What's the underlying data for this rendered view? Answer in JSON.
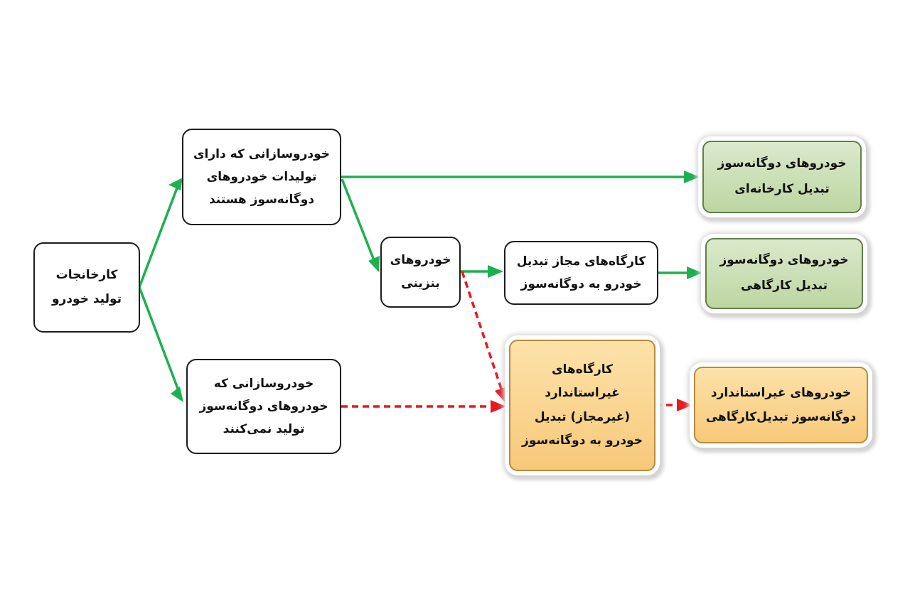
{
  "nodes": {
    "factories": {
      "lines": [
        "کارخانجات",
        "تولید خودرو"
      ]
    },
    "makers_with_dual": {
      "lines": [
        "خودروسازانی که دارای",
        "تولیدات خودروهای",
        "دوگانه‌سوز هستند"
      ]
    },
    "makers_without_dual": {
      "lines": [
        "خودروسازانی که",
        "خودروهای دوگانه‌سوز",
        "تولید نمی‌کنند"
      ]
    },
    "gasoline_cars": {
      "lines": [
        "خودروهای",
        "بنزینی"
      ]
    },
    "licensed_workshops": {
      "lines": [
        "کارگاه‌های مجاز تبدیل",
        "خودرو به دوگانه‌سوز"
      ]
    },
    "unlicensed_workshops": {
      "lines": [
        "کارگاه‌های",
        "غیراستاندارد",
        "(غیرمجاز) تبدیل",
        "خودرو به دوگانه‌سوز"
      ]
    },
    "factory_converted": {
      "lines": [
        "خودروهای دوگانه‌سوز",
        "تبدیل کارخانه‌ای"
      ]
    },
    "workshop_converted": {
      "lines": [
        "خودروهای دوگانه‌سوز",
        "تبدیل کارگاهی"
      ]
    },
    "nonstandard_converted": {
      "lines": [
        "خودروهای غیراستاندارد",
        "دوگانه‌سوز تبدیل‌کارگاهی"
      ]
    }
  },
  "colors": {
    "green_arrow": "#1db04f",
    "red_arrow": "#e8191f",
    "box_border": "#1c1c1c",
    "green_fill": "#c9dfb3",
    "orange_fill": "#f9d28a"
  }
}
